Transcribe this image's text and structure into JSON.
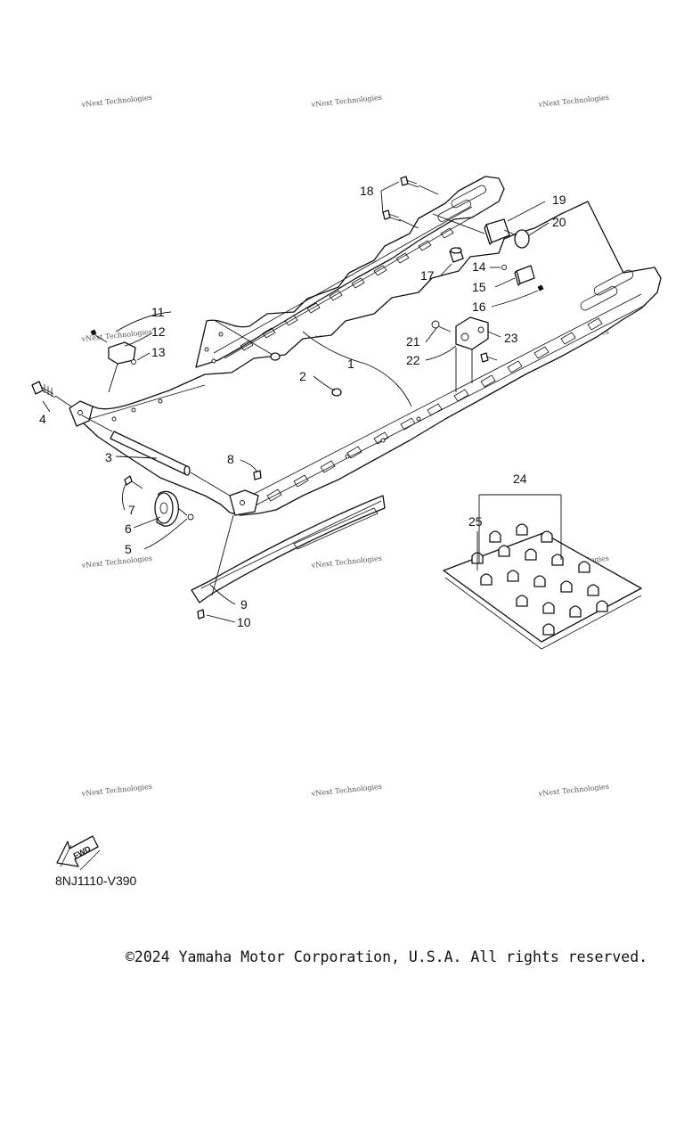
{
  "watermark": "vNext Technologies",
  "callouts": [
    "1",
    "2",
    "3",
    "4",
    "5",
    "6",
    "7",
    "8",
    "9",
    "10",
    "11",
    "12",
    "13",
    "14",
    "15",
    "16",
    "17",
    "18",
    "19",
    "20",
    "21",
    "22",
    "23",
    "24",
    "25"
  ],
  "fwd_label": "FWD",
  "diagram_code": "8NJ1110-V390",
  "copyright": "©2024 Yamaha Motor Corporation, U.S.A. All rights reserved."
}
